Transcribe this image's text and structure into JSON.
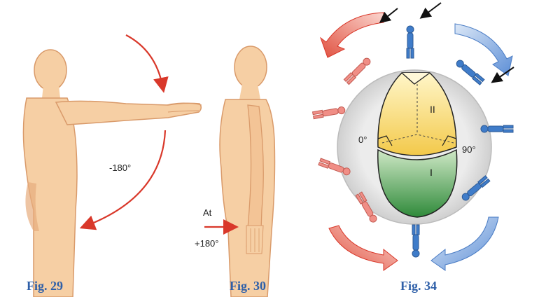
{
  "fig29": {
    "caption": "Fig. 29",
    "angle_label": "-180°"
  },
  "fig30": {
    "caption": "Fig. 30",
    "at_label": "At",
    "angle_label": "+180°"
  },
  "fig34": {
    "caption": "Fig. 34",
    "left_angle": "0°",
    "right_angle": "90°",
    "upper_section": "II",
    "lower_section": "I"
  },
  "colors": {
    "skin": "#f6cfa4",
    "skin_shade": "#e7ad7d",
    "red_arrow": "#d9382a",
    "red_figure": "#f08e86",
    "blue_figure": "#3f7cc9",
    "blue_arrow": "#5c8ed6",
    "sphere": "#e3e3e3",
    "upper_wedge": "#f3d25c",
    "lower_wedge": "#3f9a45",
    "caption": "#2e5fa8"
  }
}
